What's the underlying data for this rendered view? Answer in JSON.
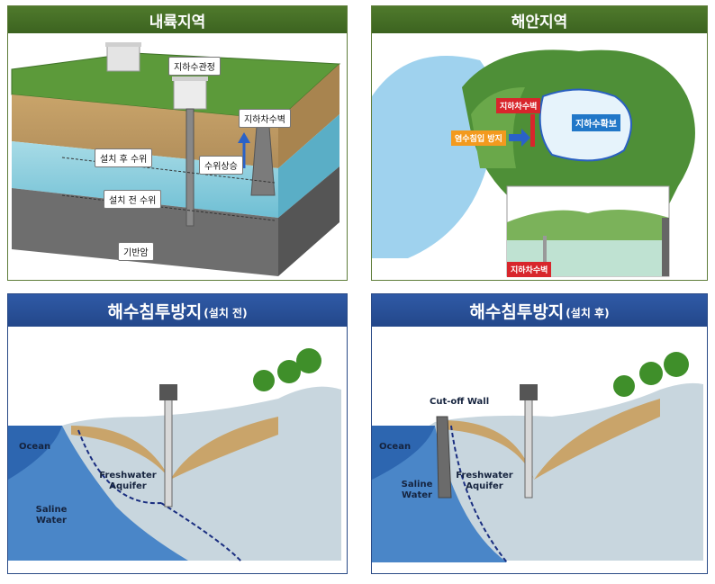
{
  "inland": {
    "title": "내륙지역",
    "monitoring_well": "지하수관정",
    "cutoff_wall": "지하차수벽",
    "level_after": "설치 후 수위",
    "level_before": "설치 전 수위",
    "level_rise": "수위상승",
    "bedrock": "기반암"
  },
  "coastal": {
    "title": "해안지역",
    "cutoff_wall": "지하차수벽",
    "saltwater_prevention": "염수침입 방지",
    "groundwater_secured": "지하수확보",
    "inset_cutoff_wall": "지하차수벽"
  },
  "before": {
    "title": "해수침투방지",
    "subtitle": "(설치 전)",
    "ocean": "Ocean",
    "saline_water": "Saline Water",
    "freshwater_aquifer": "Freshwater Aquifer"
  },
  "after": {
    "title": "해수침투방지",
    "subtitle": "(설치 후)",
    "cutoff_wall": "Cut-off Wall",
    "ocean": "Ocean",
    "saline_water": "Saline Water",
    "freshwater_aquifer": "Freshwater Aquifer"
  },
  "colors": {
    "green_header": "#4f7a2c",
    "blue_header": "#2a4f96",
    "grass": "#5f9b3c",
    "soil": "#c8a56e",
    "water": "#8fd0e0",
    "ocean": "#3e78bf",
    "cutoff_wall": "#d8262c"
  }
}
